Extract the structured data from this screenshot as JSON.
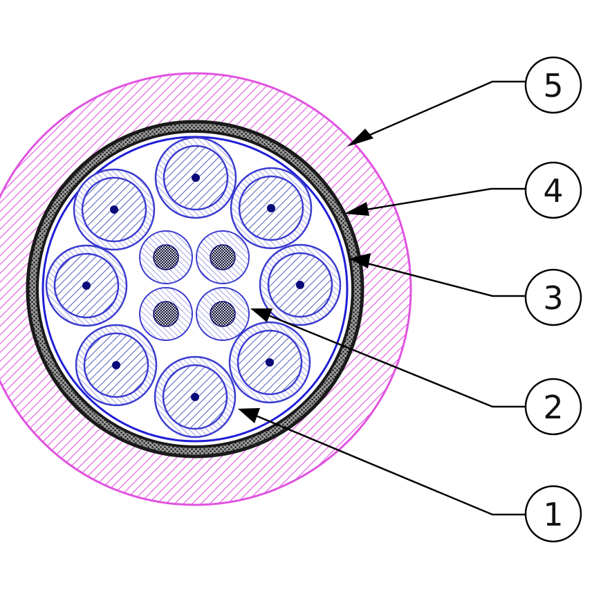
{
  "diagram": {
    "colors": {
      "jacket": "#e052e0",
      "jacket_hatch": "#e052e0",
      "shield": "#1a1a1a",
      "shield_fill": "#9a9a9a",
      "wrap": "#1f1fd6",
      "conductor_hatch": "#2233aa",
      "conductor_ring": "#3a3ad0",
      "conductor_core": "#0a0a7a",
      "background": "#ffffff",
      "leader": "#000000"
    },
    "callouts": [
      {
        "label": "1"
      },
      {
        "label": "2"
      },
      {
        "label": "3"
      },
      {
        "label": "4"
      },
      {
        "label": "5"
      }
    ]
  }
}
